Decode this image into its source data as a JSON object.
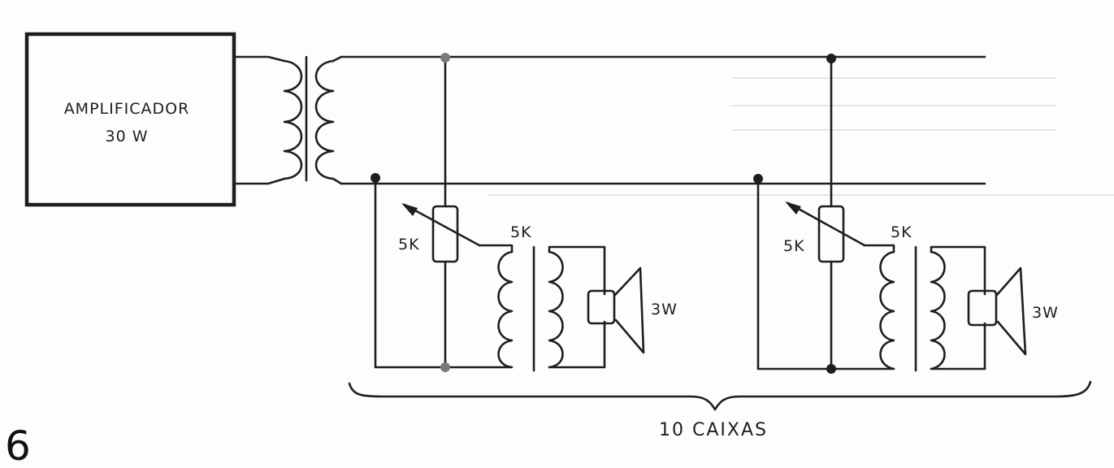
{
  "figure": {
    "number": "6"
  },
  "amplifier": {
    "line1": "AMPLIFICADOR",
    "line2": "30 W"
  },
  "speaker_boxes": [
    {
      "pot_label": "5K",
      "transformer_label": "5K",
      "speaker_label": "3W"
    },
    {
      "pot_label": "5K",
      "transformer_label": "5K",
      "speaker_label": "3W"
    }
  ],
  "group_label": "10 CAIXAS"
}
